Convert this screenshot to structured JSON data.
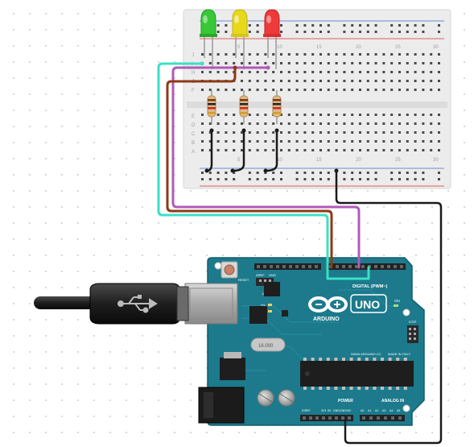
{
  "breadboard": {
    "row_letters_top": [
      "J",
      "I",
      "H",
      "G",
      "F"
    ],
    "row_letters_bottom": [
      "E",
      "D",
      "C",
      "B",
      "A"
    ],
    "column_numbers": [
      "5",
      "10",
      "15",
      "20",
      "25",
      "30"
    ]
  },
  "leds": [
    {
      "name": "green-led",
      "color": "#37c837"
    },
    {
      "name": "yellow-led",
      "color": "#e8d81c"
    },
    {
      "name": "red-led",
      "color": "#ee3a3a"
    }
  ],
  "arduino": {
    "brand": "ARDUINO",
    "model": "UNO",
    "digital_label": "DIGITAL (PWM~)",
    "power_label": "POWER",
    "analog_label": "ANALOG IN",
    "aref_label": "AREF",
    "gnd_label": "GND",
    "on_label": "ON",
    "tx_label": "TX",
    "rx_label": "RX",
    "l_label": "L",
    "icsp_label": "ICSP",
    "reset_label": "RESET",
    "ioref_label": "IOREF",
    "volt_labels": [
      "3V3",
      "5V",
      "GND",
      "GND",
      "VIN"
    ],
    "analog_pins": [
      "A0",
      "A1",
      "A2",
      "A3",
      "A4",
      "A5"
    ],
    "website": "WWW.ARDUINO.CC",
    "made_in": "MADE IN ITALY",
    "crystal_label": "16.000",
    "board_color": "#1c7a8c"
  },
  "wire_colors": {
    "cyan": "#3ce0c4",
    "brown": "#8b3a14",
    "purple": "#b05ab8",
    "black": "#1a1a1a"
  },
  "usb": {
    "icon": "usb-icon"
  }
}
